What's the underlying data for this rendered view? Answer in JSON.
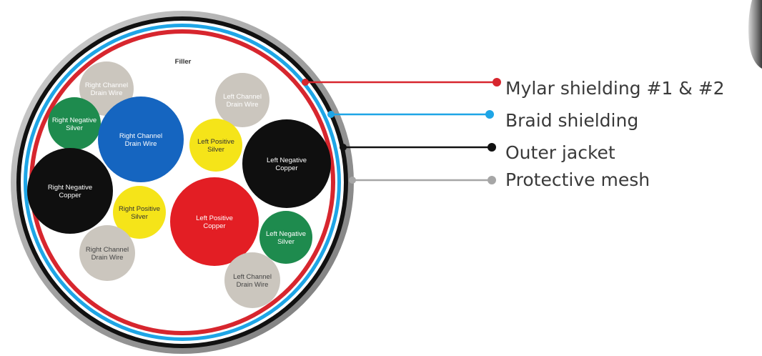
{
  "diagram": {
    "filler_label": "Filler",
    "colors": {
      "mylar": "#d7262e",
      "braid": "#1ea5e6",
      "jacket": "#111111",
      "mesh": "#a6a6a6",
      "drain": "#cbc6be",
      "green": "#1e8b4e",
      "blue": "#1565c0",
      "yellow": "#f5e419",
      "black": "#0f0f0f",
      "red": "#e31e24"
    },
    "conductors": [
      {
        "id": "rcdw-top",
        "lines": [
          "Right Channel",
          "Drain Wire"
        ],
        "color": "drain",
        "text": "#ffffff"
      },
      {
        "id": "rns-top",
        "lines": [
          "Right Negative",
          "Silver"
        ],
        "color": "green",
        "text": "#ffffff"
      },
      {
        "id": "rcdw-blue",
        "lines": [
          "Right Channel",
          "Drain Wire"
        ],
        "color": "blue",
        "text": "#ffffff"
      },
      {
        "id": "lcdw-top",
        "lines": [
          "Left Channel",
          "Drain Wire"
        ],
        "color": "drain",
        "text": "#ffffff"
      },
      {
        "id": "lps",
        "lines": [
          "Left Positive",
          "Silver"
        ],
        "color": "yellow",
        "text": "#333333"
      },
      {
        "id": "lnc",
        "lines": [
          "Left Negative",
          "Copper"
        ],
        "color": "black",
        "text": "#ffffff"
      },
      {
        "id": "rnc",
        "lines": [
          "Right Negative",
          "Copper"
        ],
        "color": "black",
        "text": "#ffffff"
      },
      {
        "id": "rps",
        "lines": [
          "Right Positive",
          "Silver"
        ],
        "color": "yellow",
        "text": "#333333"
      },
      {
        "id": "lpc",
        "lines": [
          "Left Positive",
          "Copper"
        ],
        "color": "red",
        "text": "#ffffff"
      },
      {
        "id": "lns",
        "lines": [
          "Left Negative",
          "Silver"
        ],
        "color": "green",
        "text": "#ffffff"
      },
      {
        "id": "rcdw-bottom",
        "lines": [
          "Right Channel",
          "Drain Wire"
        ],
        "color": "drain",
        "text": "#444444"
      },
      {
        "id": "lcdw-bottom",
        "lines": [
          "Left Channel",
          "Drain Wire"
        ],
        "color": "drain",
        "text": "#444444"
      }
    ]
  },
  "legend": {
    "items": [
      {
        "id": "mylar",
        "label": "Mylar shielding #1 & #2",
        "color": "#d7262e"
      },
      {
        "id": "braid",
        "label": "Braid shielding",
        "color": "#1ea5e6"
      },
      {
        "id": "jacket",
        "label": "Outer jacket",
        "color": "#111111"
      },
      {
        "id": "mesh",
        "label": "Protective mesh",
        "color": "#a6a6a6"
      }
    ]
  }
}
